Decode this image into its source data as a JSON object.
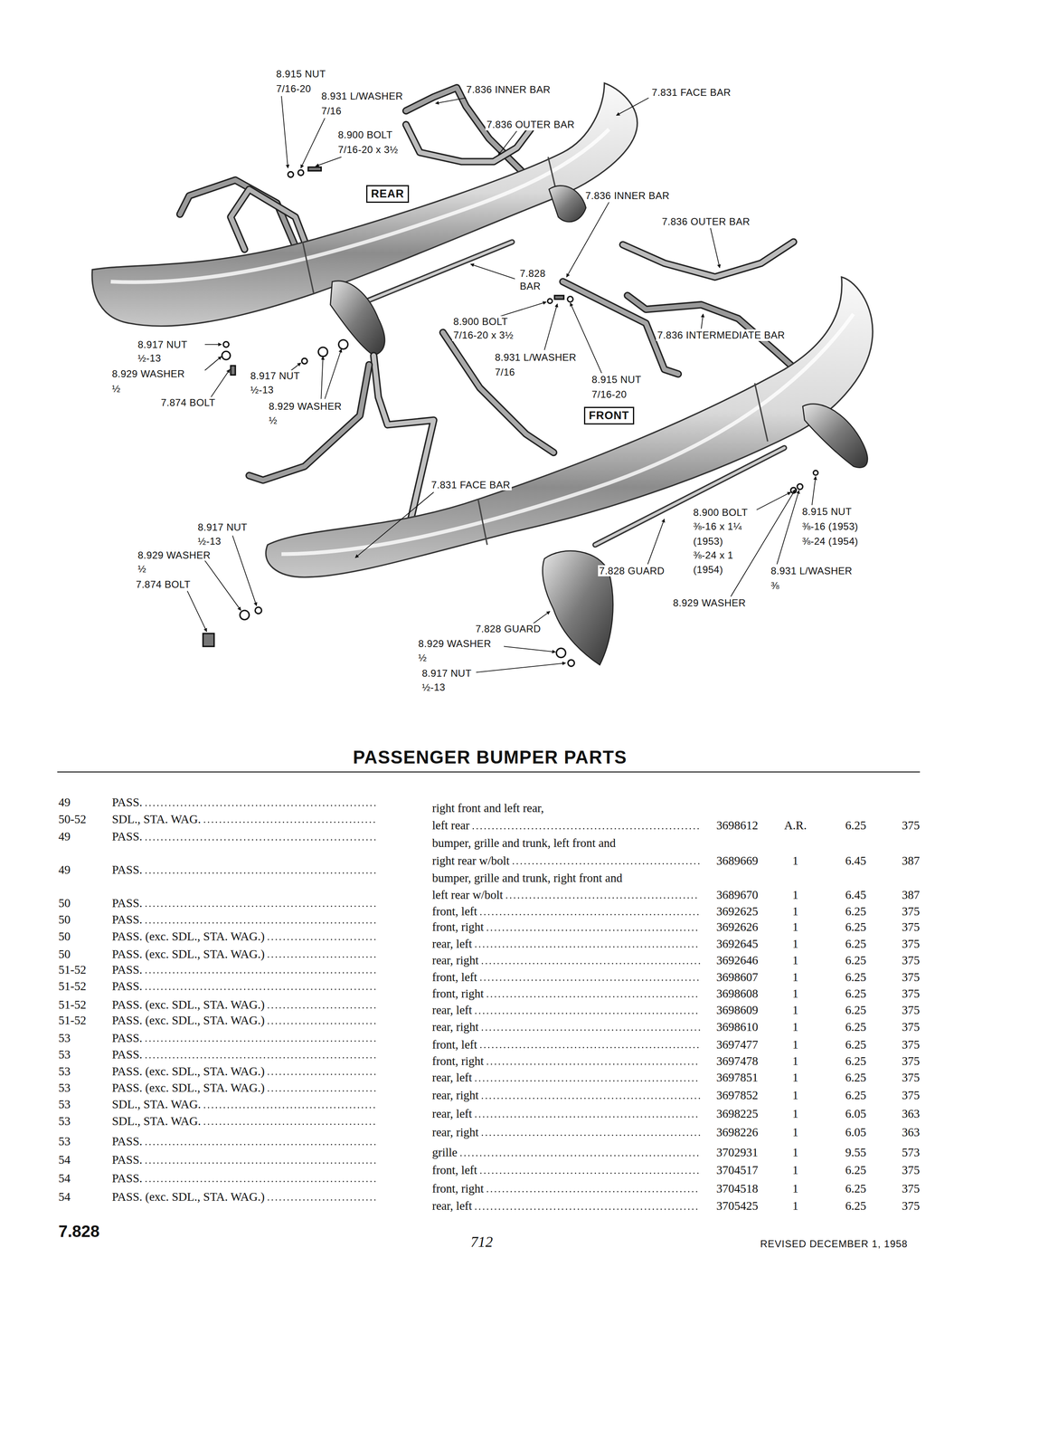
{
  "diagram": {
    "title": "PASSENGER BUMPER PARTS",
    "nodes": [
      {
        "text": [
          "REAR"
        ]
      },
      {
        "text": [
          "FRONT"
        ]
      }
    ],
    "labels": [
      "8.915 NUT",
      "7/16-20",
      "8.931 L/WASHER",
      "7/16",
      "8.900 BOLT",
      "7/16-20 x 3½",
      "7.836 INNER BAR",
      "7.836 OUTER BAR",
      "7.831 FACE BAR",
      "7.836 INNER BAR",
      "7.836 OUTER BAR",
      "7.828",
      "BAR",
      "8.900 BOLT",
      "7/16-20 x 3½",
      "8.931 L/WASHER",
      "7/16",
      "8.915 NUT",
      "7/16-20",
      "7.836 INTERMEDIATE BAR",
      "8.917 NUT",
      "½-13",
      "8.929 WASHER",
      "½",
      "7.874 BOLT",
      "8.917 NUT",
      "½-13",
      "8.929 WASHER",
      "½",
      "7.831 FACE BAR",
      "8.917 NUT",
      "½-13",
      "8.929 WASHER",
      "½",
      "7.874 BOLT",
      "8.900 BOLT",
      "⅜-16 x 1¼",
      "(1953)",
      "⅜-24 x 1",
      "(1954)",
      "8.915 NUT",
      "⅜-16 (1953)",
      "⅜-24 (1954)",
      "7.828 GUARD",
      "8.931 L/WASHER",
      "⅜",
      "8.929 WASHER",
      "7.828 GUARD",
      "8.929 WASHER",
      "½",
      "8.917 NUT",
      "½-13",
      "49",
      "PASS.",
      "50-52",
      "SDL., STA. WAG.",
      "49",
      "PASS.",
      "49",
      "PASS.",
      "50",
      "PASS.",
      "50",
      "PASS.",
      "50",
      "PASS. (exc. SDL., STA. WAG.)",
      "50",
      "PASS. (exc. SDL., STA. WAG.)",
      "51-52",
      "PASS.",
      "51-52",
      "PASS.",
      "51-52",
      "PASS. (exc. SDL., STA. WAG.)",
      "51-52",
      "PASS. (exc. SDL., STA. WAG.)",
      "53",
      "PASS.",
      "53",
      "PASS.",
      "53",
      "PASS. (exc. SDL., STA. WAG.)",
      "53",
      "PASS. (exc. SDL., STA. WAG.)",
      "53",
      "SDL., STA. WAG.",
      "53",
      "SDL., STA. WAG.",
      "53",
      "PASS.",
      "54",
      "PASS.",
      "54",
      "PASS.",
      "54",
      "PASS. (exc. SDL., STA. WAG.)",
      "right front and left rear,",
      "left rear",
      "3698612",
      "A.R.",
      "6.25",
      "375",
      "bumper, grille and trunk, left front and",
      "right rear w/bolt",
      "3689669",
      "1",
      "6.45",
      "387",
      "bumper, grille and trunk, right front and",
      "left rear w/bolt",
      "3689670",
      "1",
      "6.45",
      "387",
      "front, left",
      "3692625",
      "1",
      "6.25",
      "375",
      "front, right",
      "3692626",
      "1",
      "6.25",
      "375",
      "rear, left",
      "3692645",
      "1",
      "6.25",
      "375",
      "rear, right",
      "3692646",
      "1",
      "6.25",
      "375",
      "front, left",
      "3698607",
      "1",
      "6.25",
      "375",
      "front, right",
      "3698608",
      "1",
      "6.25",
      "375",
      "rear, left",
      "3698609",
      "1",
      "6.25",
      "375",
      "rear, right",
      "3698610",
      "1",
      "6.25",
      "375",
      "front, left",
      "3697477",
      "1",
      "6.25",
      "375",
      "front, right",
      "3697478",
      "1",
      "6.25",
      "375",
      "rear, left",
      "3697851",
      "1",
      "6.25",
      "375",
      "rear, right",
      "3697852",
      "1",
      "6.25",
      "375",
      "rear, left",
      "3698225",
      "1",
      "6.05",
      "363",
      "rear, right",
      "3698226",
      "1",
      "6.05",
      "363",
      "grille",
      "3702931",
      "1",
      "9.55",
      "573",
      "front, left",
      "3704517",
      "1",
      "6.25",
      "375",
      "front, right",
      "3704518",
      "1",
      "6.25",
      "375",
      "rear, left",
      "3705425",
      "1",
      "6.25",
      "375",
      "7.828",
      "712",
      "REVISED DECEMBER 1, 1958"
    ]
  }
}
